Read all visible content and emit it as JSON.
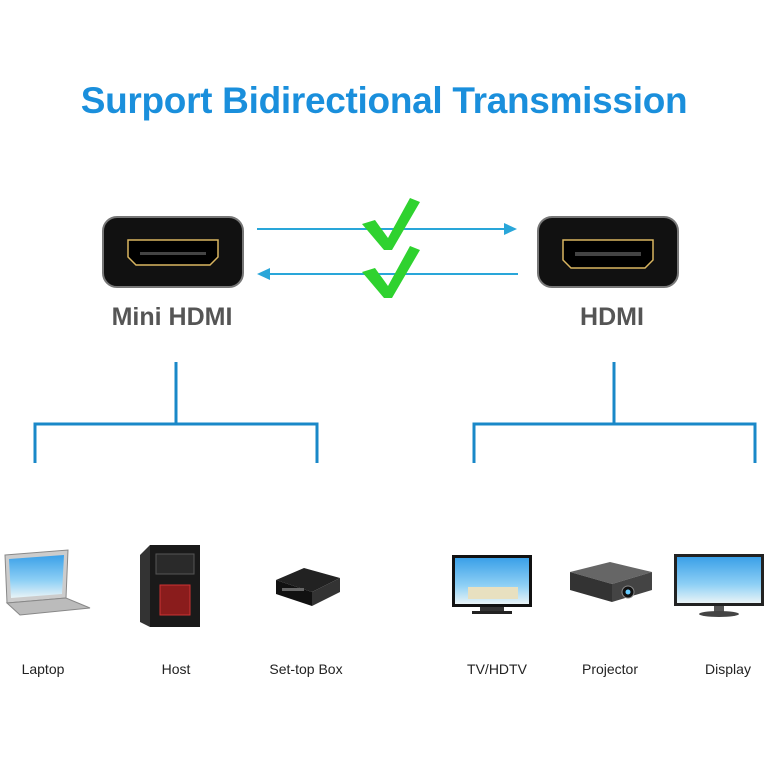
{
  "title": "Surport Bidirectional Transmission",
  "ports": {
    "left": "Mini HDMI",
    "right": "HDMI"
  },
  "devices": {
    "left": [
      "Laptop",
      "Host",
      "Set-top Box"
    ],
    "right": [
      "TV/HDTV",
      "Projector",
      "Display"
    ]
  },
  "colors": {
    "title": "#1a8fdc",
    "lines": "#1a88c8",
    "arrows": "#29a6d9",
    "check": "#2fd22f",
    "connector_gold": "#d9b560"
  }
}
